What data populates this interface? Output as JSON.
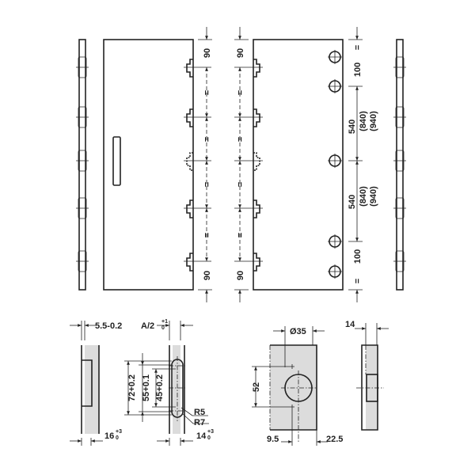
{
  "top_left_view": {
    "dim_top": "90",
    "dim_bottom": "90",
    "equal_marks": [
      "=",
      "=",
      "=",
      "="
    ]
  },
  "top_right_view": {
    "dim_top": "90",
    "dim_bottom": "90",
    "equal_marks": [
      "=",
      "=",
      "=",
      "="
    ],
    "hole_dims": {
      "eq_top": "=",
      "d100_top": "100",
      "d540_a": "540",
      "d840_a": "(840)",
      "d940_a": "(940)",
      "d540_b": "540",
      "d840_b": "(840)",
      "d940_b": "(940)",
      "d100_bottom": "100",
      "eq_bottom": "="
    }
  },
  "detail_profile": {
    "top_dim": "5.5-0.2",
    "bottom_dim": "16",
    "bottom_tol_upper": "+3",
    "bottom_tol_lower": "0"
  },
  "detail_slot": {
    "top_dim": "A/2",
    "top_tol_upper": "+1",
    "top_tol_lower": "0",
    "dim_72": "72+0.2",
    "dim_55": "55+0.1",
    "dim_45": "45+0.2",
    "radius_small": "R5",
    "radius_large": "R7",
    "bottom_dim": "14",
    "bottom_tol_upper": "+3",
    "bottom_tol_lower": "0"
  },
  "detail_cup": {
    "diameter": "Ø35",
    "dim_52": "52",
    "dim_left": "9.5",
    "dim_right": "22.5"
  },
  "detail_side": {
    "top_dim": "14"
  }
}
